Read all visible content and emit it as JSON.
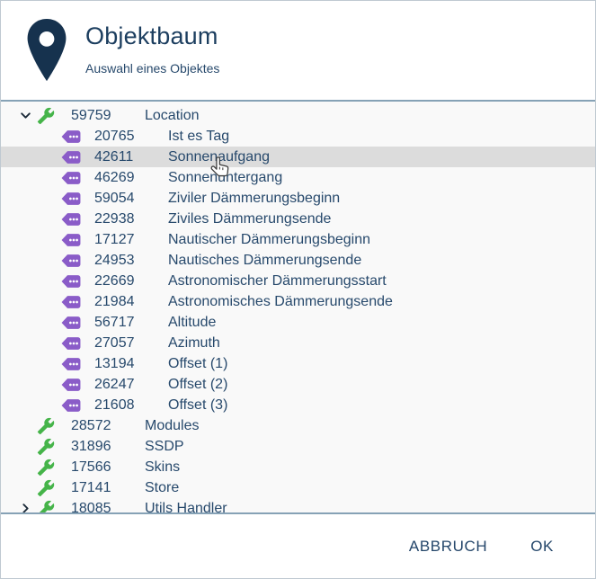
{
  "header": {
    "title": "Objektbaum",
    "subtitle": "Auswahl eines Objektes",
    "icon": "location-pin-icon"
  },
  "tree": {
    "selected_id": "42611",
    "items": [
      {
        "id": "59759",
        "label": "Location",
        "level": 0,
        "icon": "wrench-icon",
        "chevron": "chevron-down-icon",
        "selected": false
      },
      {
        "id": "20765",
        "label": "Ist es Tag",
        "level": 1,
        "icon": "tag-icon",
        "chevron": "",
        "selected": false
      },
      {
        "id": "42611",
        "label": "Sonnenaufgang",
        "level": 1,
        "icon": "tag-icon",
        "chevron": "",
        "selected": true
      },
      {
        "id": "46269",
        "label": "Sonnenuntergang",
        "level": 1,
        "icon": "tag-icon",
        "chevron": "",
        "selected": false
      },
      {
        "id": "59054",
        "label": "Ziviler Dämmerungsbeginn",
        "level": 1,
        "icon": "tag-icon",
        "chevron": "",
        "selected": false
      },
      {
        "id": "22938",
        "label": "Ziviles Dämmerungsende",
        "level": 1,
        "icon": "tag-icon",
        "chevron": "",
        "selected": false
      },
      {
        "id": "17127",
        "label": "Nautischer Dämmerungsbeginn",
        "level": 1,
        "icon": "tag-icon",
        "chevron": "",
        "selected": false
      },
      {
        "id": "24953",
        "label": "Nautisches Dämmerungsende",
        "level": 1,
        "icon": "tag-icon",
        "chevron": "",
        "selected": false
      },
      {
        "id": "22669",
        "label": "Astronomischer Dämmerungsstart",
        "level": 1,
        "icon": "tag-icon",
        "chevron": "",
        "selected": false
      },
      {
        "id": "21984",
        "label": "Astronomisches Dämmerungsende",
        "level": 1,
        "icon": "tag-icon",
        "chevron": "",
        "selected": false
      },
      {
        "id": "56717",
        "label": "Altitude",
        "level": 1,
        "icon": "tag-icon",
        "chevron": "",
        "selected": false
      },
      {
        "id": "27057",
        "label": "Azimuth",
        "level": 1,
        "icon": "tag-icon",
        "chevron": "",
        "selected": false
      },
      {
        "id": "13194",
        "label": "Offset (1)",
        "level": 1,
        "icon": "tag-icon",
        "chevron": "",
        "selected": false
      },
      {
        "id": "26247",
        "label": "Offset (2)",
        "level": 1,
        "icon": "tag-icon",
        "chevron": "",
        "selected": false
      },
      {
        "id": "21608",
        "label": "Offset (3)",
        "level": 1,
        "icon": "tag-icon",
        "chevron": "",
        "selected": false
      },
      {
        "id": "28572",
        "label": "Modules",
        "level": 0,
        "icon": "wrench-icon",
        "chevron": "",
        "selected": false
      },
      {
        "id": "31896",
        "label": "SSDP",
        "level": 0,
        "icon": "wrench-icon",
        "chevron": "",
        "selected": false
      },
      {
        "id": "17566",
        "label": "Skins",
        "level": 0,
        "icon": "wrench-icon",
        "chevron": "",
        "selected": false
      },
      {
        "id": "17141",
        "label": "Store",
        "level": 0,
        "icon": "wrench-icon",
        "chevron": "",
        "selected": false
      },
      {
        "id": "18085",
        "label": "Utils Handler",
        "level": 0,
        "icon": "wrench-icon",
        "chevron": "chevron-right-icon",
        "selected": false
      }
    ]
  },
  "footer": {
    "cancel_label": "ABBRUCH",
    "ok_label": "OK"
  },
  "colors": {
    "title_navy": "#1c3e5f",
    "text_navy": "#27496c",
    "pin_navy": "#16324e",
    "wrench_green": "#45b449",
    "tag_purple": "#8a5cc8",
    "selected_row_bg": "#dcdcdc",
    "tree_bg": "#f9f9f9",
    "panel_border": "#86a2b6",
    "chevron_dark": "#1b2a38"
  }
}
